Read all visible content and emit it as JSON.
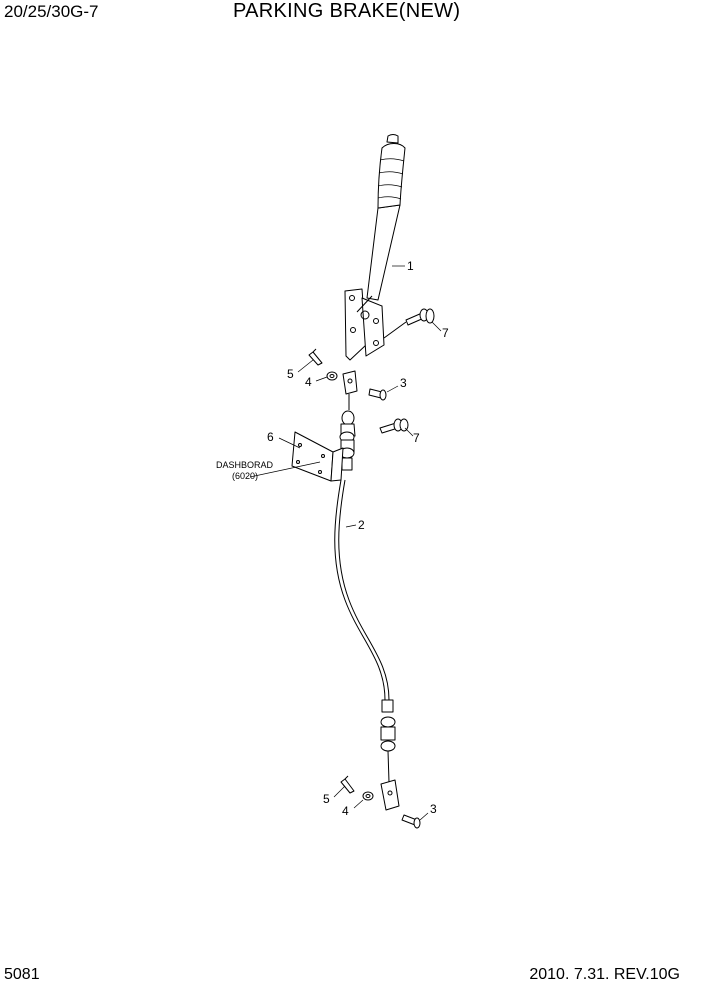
{
  "header": {
    "model": "20/25/30G-7",
    "title": "PARKING BRAKE(NEW)"
  },
  "footer": {
    "page_number": "5081",
    "revision": "2010. 7.31.  REV.10G"
  },
  "callouts": {
    "c1": "1",
    "c2": "2",
    "c3_upper": "3",
    "c3_lower": "3",
    "c4_upper": "4",
    "c4_lower": "4",
    "c5_upper": "5",
    "c5_lower": "5",
    "c6": "6",
    "c7_upper": "7",
    "c7_lower": "7"
  },
  "notes": {
    "dashboard_label": "DASHBORAD",
    "dashboard_ref": "(6020)"
  }
}
